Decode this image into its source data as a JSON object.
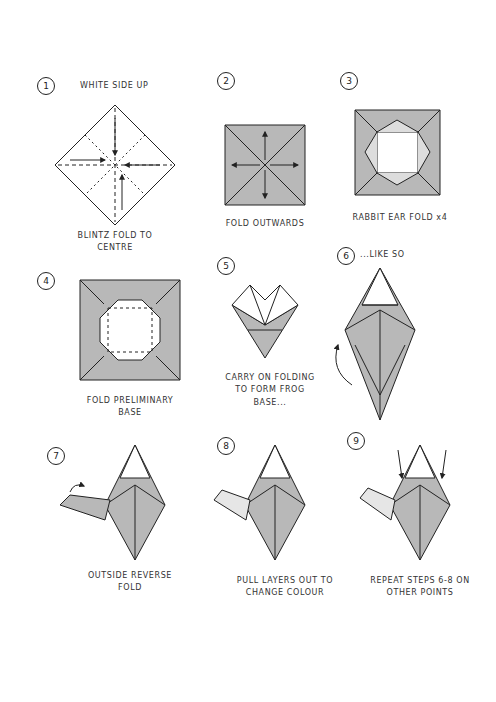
{
  "diagram": {
    "nodes": [
      {
        "text": [
          "1"
        ]
      },
      {
        "text": [
          "2"
        ]
      },
      {
        "text": [
          "3"
        ]
      },
      {
        "text": [
          "4"
        ]
      },
      {
        "text": [
          "5"
        ]
      },
      {
        "text": [
          "6"
        ]
      },
      {
        "text": [
          "7"
        ]
      },
      {
        "text": [
          "8"
        ]
      },
      {
        "text": [
          "9"
        ]
      }
    ],
    "labels": [
      "WHITE SIDE UP",
      "BLINTZ FOLD TO CENTRE",
      "FOLD OUTWARDS",
      "RABBIT EAR FOLD x4",
      "FOLD PRELIMINARY BASE",
      "CARRY ON FOLDING TO FORM FROG BASE...",
      "...LIKE SO",
      "OUTSIDE REVERSE FOLD",
      "PULL LAYERS OUT TO CHANGE COLOUR",
      "REPEAT STEPS 6-8 ON OTHER POINTS"
    ]
  }
}
